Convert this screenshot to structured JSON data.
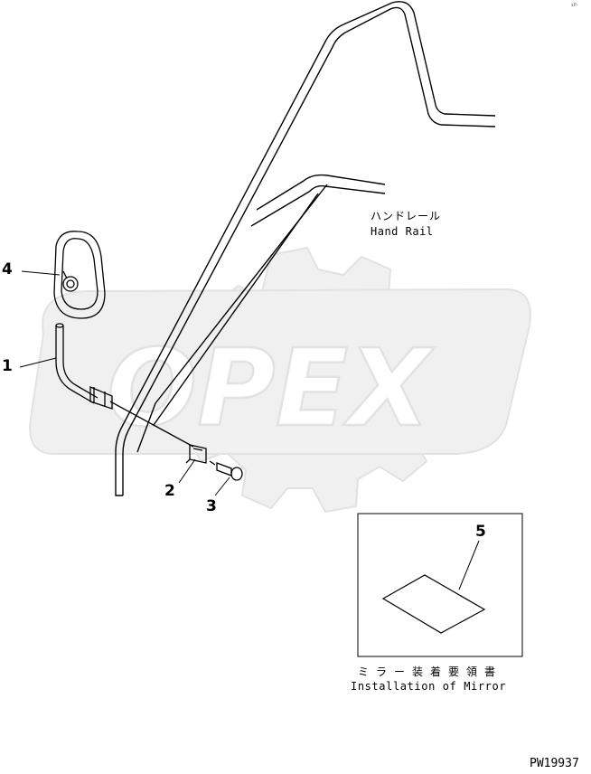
{
  "parts": [
    {
      "number": "1"
    },
    {
      "number": "2"
    },
    {
      "number": "3"
    },
    {
      "number": "4"
    },
    {
      "number": "5"
    }
  ],
  "handrail_label": {
    "japanese": "ハンドレール",
    "english": "Hand Rail"
  },
  "instruction_label": {
    "japanese": "ミラー装着要領書",
    "english": "Installation of Mirror"
  },
  "watermark": "OPEX",
  "drawing_number": "PW19937",
  "corner_mark": "sP-"
}
